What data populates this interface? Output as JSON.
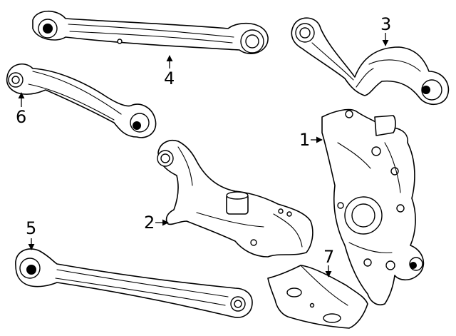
{
  "diagram": {
    "callouts": [
      "1",
      "2",
      "3",
      "4",
      "5",
      "6",
      "7"
    ]
  },
  "colors": {
    "line": "#000000",
    "fill": "#ffffff",
    "background": "#ffffff"
  }
}
